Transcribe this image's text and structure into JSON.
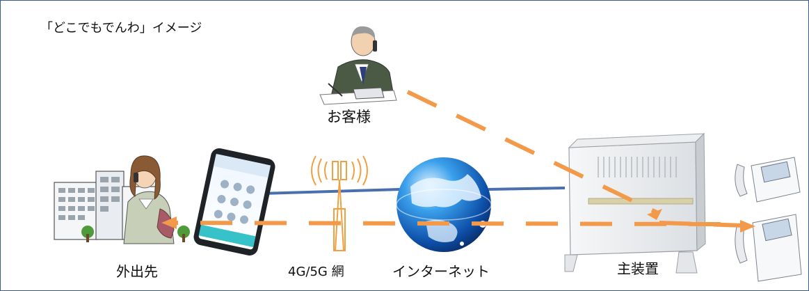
{
  "title": "「どこでもでんわ」イメージ",
  "labels": {
    "customer": "お客様",
    "outside": "外出先",
    "network": "4G/5G 網",
    "internet": "インターネット",
    "pbx": "主装置"
  },
  "colors": {
    "frame": "#3b5a86",
    "call_path": "#f39a4a",
    "data_line": "#4a6fae",
    "antenna": "#f0a040"
  },
  "icons": [
    "businessman-on-phone-icon",
    "office-buildings-icon",
    "woman-on-phone-icon",
    "smartphone-icon",
    "antenna-tower-icon",
    "globe-icon",
    "pbx-unit-icon",
    "office-phone-icon"
  ]
}
